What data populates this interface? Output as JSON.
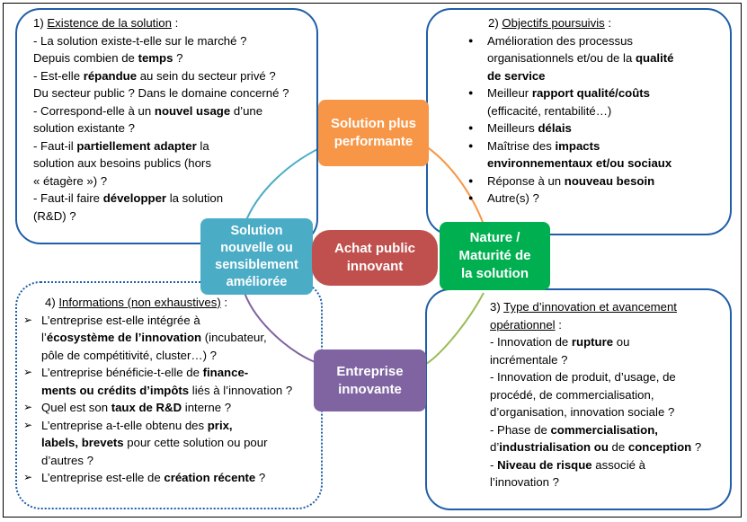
{
  "center": {
    "label": "Achat public innovant",
    "color": "#c0504d"
  },
  "nodes": {
    "perf": {
      "label": "Solution plus\nperformante",
      "color": "#f79646"
    },
    "nouvelle": {
      "label": "Solution\nnouvelle ou\nsensiblement\naméliorée",
      "color": "#4bacc6"
    },
    "nature": {
      "label": "Nature /\nMaturité de\nla solution",
      "color": "#00b050"
    },
    "entreprise": {
      "label": "Entreprise\ninnovante",
      "color": "#8064a2"
    }
  },
  "panels": {
    "p1": {
      "num": "1) ",
      "title": "Existence de la solution",
      "suffix": " :",
      "lines": [
        [
          "- La solution existe-t-elle sur le marché ?"
        ],
        [
          "Depuis combien de ",
          {
            "b": "temps"
          },
          " ?"
        ],
        [
          "- Est-elle ",
          {
            "b": "répandue"
          },
          " au sein du secteur privé ?"
        ],
        [
          "Du secteur public ? Dans le domaine concerné ?"
        ],
        [
          "- Correspond-elle à un ",
          {
            "b": "nouvel usage"
          },
          " d’une"
        ],
        [
          "solution existante ?"
        ],
        [
          "- Faut-il ",
          {
            "b": "partiellement adapter"
          },
          " la"
        ],
        [
          "solution aux besoins publics (hors"
        ],
        [
          "« étagère ») ?"
        ],
        [
          "- Faut-il faire ",
          {
            "b": "développer"
          },
          " la solution"
        ],
        [
          "(R&D) ?"
        ]
      ]
    },
    "p2": {
      "num": "2) ",
      "title": "Objectifs poursuivis",
      "suffix": " :",
      "items": [
        [
          [
            "Amélioration des processus"
          ],
          [
            "organisationnels et/ou de la ",
            {
              "b": "qualité"
            }
          ],
          [
            {
              "b": "de service"
            }
          ]
        ],
        [
          [
            "Meilleur ",
            {
              "b": "rapport qualité/coûts"
            }
          ],
          [
            "(efficacité, rentabilité…)"
          ]
        ],
        [
          [
            "Meilleurs ",
            {
              "b": "délais"
            }
          ]
        ],
        [
          [
            "Maîtrise des ",
            {
              "b": "impacts"
            }
          ],
          [
            {
              "b": "environnementaux et/ou sociaux"
            }
          ]
        ],
        [
          [
            "Réponse à un ",
            {
              "b": "nouveau besoin"
            }
          ]
        ],
        [
          [
            "Autre(s) ?"
          ]
        ]
      ]
    },
    "p3": {
      "num": "3) ",
      "title": "Type d’innovation et avancement",
      "title2": "opérationnel",
      "suffix": " :",
      "lines": [
        [
          "- Innovation de ",
          {
            "b": "rupture"
          },
          " ou"
        ],
        [
          "incrémentale ?"
        ],
        [
          "- Innovation de produit, d’usage, de"
        ],
        [
          "procédé, de commercialisation,"
        ],
        [
          "d’organisation, innovation sociale ?"
        ],
        [
          "- Phase de ",
          {
            "b": "commercialisation,"
          }
        ],
        [
          "d’",
          {
            "b": "industrialisation ou"
          },
          " de ",
          {
            "b": "conception"
          },
          " ?"
        ],
        [
          "- ",
          {
            "b": "Niveau de risque"
          },
          " associé à"
        ],
        [
          "l’innovation ?"
        ]
      ]
    },
    "p4": {
      "num": "4) ",
      "title": "Informations (non exhaustives)",
      "suffix": " :",
      "items": [
        [
          [
            "L’entreprise est-elle intégrée à"
          ],
          [
            "l’",
            {
              "b": "écosystème de l’innovation"
            },
            " (incubateur,"
          ],
          [
            "pôle de compétitivité, cluster…) ?"
          ]
        ],
        [
          [
            "L’entreprise bénéficie-t-elle de ",
            {
              "b": "finance-"
            }
          ],
          [
            {
              "b": "ments ou crédits d’impôts"
            },
            " liés à l’innovation ?"
          ]
        ],
        [
          [
            "Quel est son ",
            {
              "b": "taux de R&D"
            },
            " interne ?"
          ]
        ],
        [
          [
            "L’entreprise a-t-elle obtenu des ",
            {
              "b": "prix,"
            }
          ],
          [
            {
              "b": "labels, brevets"
            },
            " pour cette solution ou pour"
          ],
          [
            "d’autres ?"
          ]
        ],
        [
          [
            "L’entreprise est-elle de ",
            {
              "b": "création récente"
            },
            " ?"
          ]
        ]
      ]
    }
  }
}
